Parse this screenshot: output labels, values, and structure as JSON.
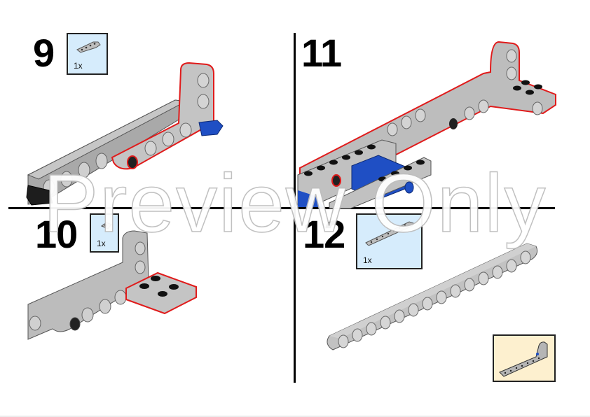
{
  "document": {
    "type": "building-instructions-page",
    "colors": {
      "callout_bg": "#d6ecfc",
      "result_bg": "#fdf0cf",
      "part_gray": "#b8b8b8",
      "part_blue": "#1f4fc4",
      "highlight_red": "#e01b1b",
      "divider": "#000000"
    }
  },
  "steps": [
    {
      "number": "9",
      "parts": [
        {
          "name": "liftarm-L-shape",
          "qty": "1x"
        }
      ]
    },
    {
      "number": "10",
      "parts": [
        {
          "name": "plate-2x2-with-hole",
          "qty": "1x"
        }
      ]
    },
    {
      "number": "11",
      "parts": []
    },
    {
      "number": "12",
      "parts": [
        {
          "name": "liftarm-15-long",
          "qty": "1x"
        }
      ]
    }
  ],
  "result_preview": {
    "label": "submodel-result"
  },
  "watermark": {
    "text": "Preview Only"
  }
}
